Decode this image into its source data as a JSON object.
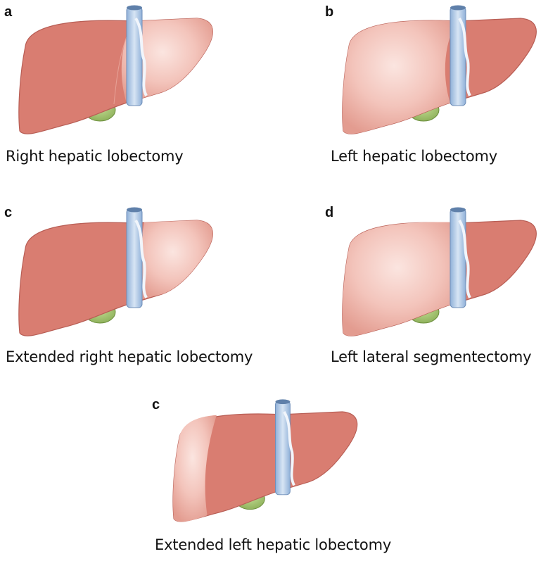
{
  "colors": {
    "liver_dark": "#d97d71",
    "liver_light": "#f6d2cb",
    "liver_outline": "#b85e55",
    "vena_cava": "#b7cde8",
    "vena_cava_outline": "#6f8fb9",
    "gallbladder": "#a9c97a",
    "gallbladder_outline": "#6d8f3e",
    "text": "#111111"
  },
  "panels": [
    {
      "letter": "a",
      "caption": "Right hepatic lobectomy",
      "resected": "right-lobe",
      "retained": "left-lobe"
    },
    {
      "letter": "b",
      "caption": "Left hepatic lobectomy",
      "resected": "left-lobe",
      "retained": "right-lobe"
    },
    {
      "letter": "c",
      "caption": "Extended right hepatic lobectomy",
      "resected": "right-lobe-extended",
      "retained": "left-lateral"
    },
    {
      "letter": "d",
      "caption": "Left lateral segmentectomy",
      "resected": "left-lateral",
      "retained": "remainder"
    },
    {
      "letter": "c",
      "caption": "Extended left hepatic lobectomy",
      "resected": "left-extended",
      "retained": "right-posterior"
    }
  ]
}
